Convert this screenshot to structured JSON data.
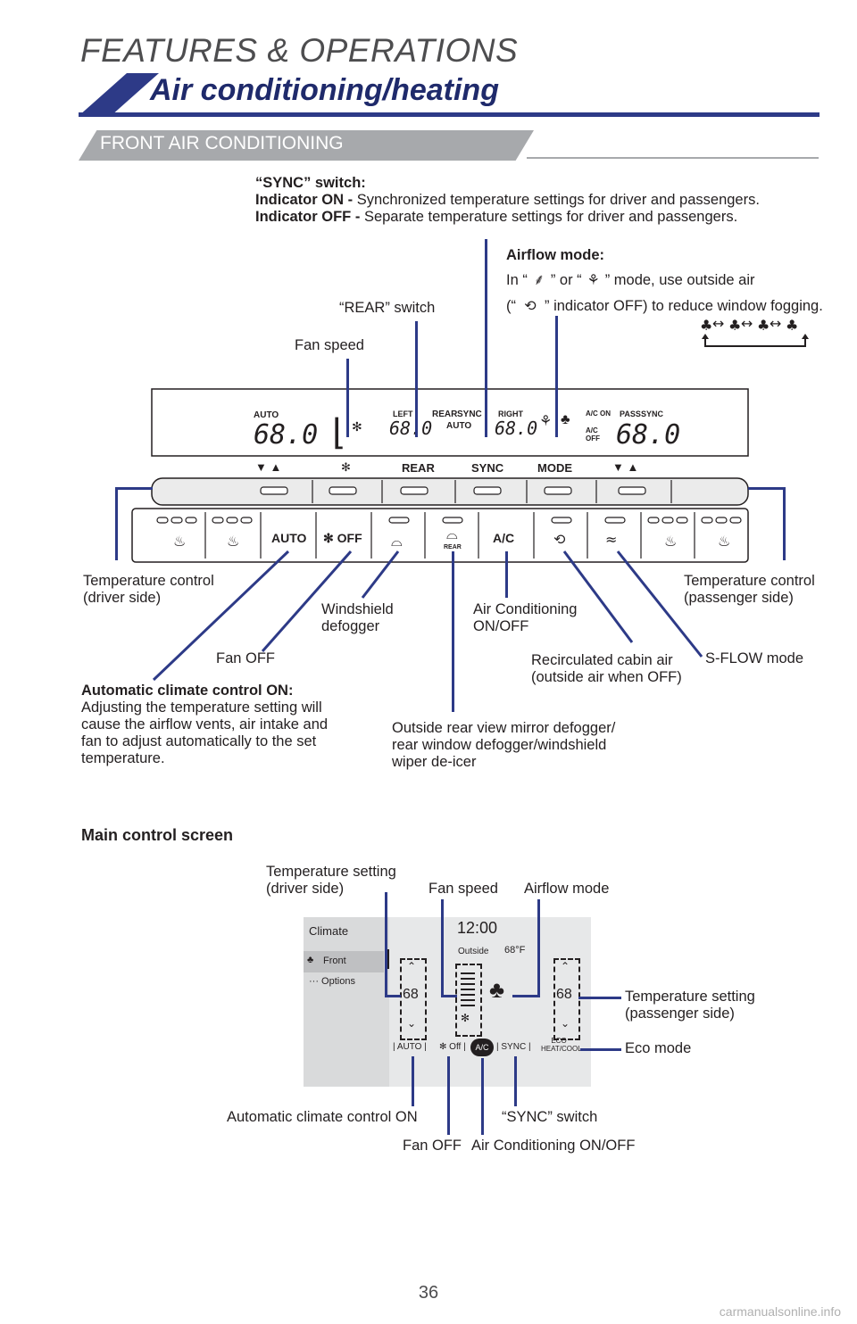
{
  "header": {
    "section": "FEATURES & OPERATIONS",
    "title": "Air conditioning/heating",
    "subsection": "FRONT AIR CONDITIONING"
  },
  "sync_note": {
    "heading": "“SYNC” switch:",
    "on_key": "Indicator ON -",
    "on_text": "Synchronized temperature settings for driver and passengers.",
    "off_key": "Indicator OFF -",
    "off_text": "Separate temperature settings for driver and passengers."
  },
  "airflow_note": {
    "heading": "Airflow mode:",
    "line1_a": "In “",
    "line1_b": "” or “",
    "line1_c": "” mode, use outside air",
    "line2_a": "(“",
    "line2_b": "” indicator OFF) to reduce window fogging."
  },
  "panel": {
    "display": {
      "driver_mode": "AUTO",
      "driver_temp": "68.0",
      "left_label": "LEFT",
      "left_temp": "68.0",
      "rear_label": "REAR",
      "sync_label": "SYNC",
      "auto_label": "AUTO",
      "right_label": "RIGHT",
      "right_temp": "68.0",
      "ac_on_label": "A/C ON",
      "ac_off_label": "A/C OFF",
      "pass_label": "PASS",
      "pass_sync_label": "SYNC",
      "pass_temp": "68.0"
    },
    "bar_labels": {
      "rear": "REAR",
      "sync": "SYNC",
      "mode": "MODE"
    },
    "buttons": {
      "auto": "AUTO",
      "off": "OFF",
      "rear_small": "REAR",
      "ac": "A/C"
    }
  },
  "callouts": {
    "rear_switch": "“REAR” switch",
    "fan_speed": "Fan speed",
    "temp_driver": [
      "Temperature control",
      "(driver side)"
    ],
    "temp_passenger": [
      "Temperature control",
      "(passenger side)"
    ],
    "windshield": [
      "Windshield",
      "defogger"
    ],
    "ac_onoff": [
      "Air Conditioning",
      "ON/OFF"
    ],
    "fan_off": "Fan OFF",
    "recirc": [
      "Recirculated cabin air",
      "(outside air when OFF)"
    ],
    "sflow": "S-FLOW mode",
    "auto_heading": "Automatic climate control ON:",
    "auto_body": [
      "Adjusting the temperature setting will",
      "cause the airflow vents, air intake and",
      "fan to adjust automatically to the set",
      "temperature."
    ],
    "rear_defogger": [
      "Outside rear view mirror defogger/",
      "rear window defogger/windshield",
      "wiper de-icer"
    ]
  },
  "main_screen": {
    "heading": "Main control screen",
    "screen": {
      "title": "Climate",
      "menu_front": "Front",
      "menu_options": "Options",
      "clock": "12:00",
      "outside_label": "Outside",
      "outside_temp": "68°F",
      "driver_temp": "68",
      "passenger_temp": "68",
      "btn_auto": "AUTO",
      "btn_off": "Off",
      "btn_ac": "A/C",
      "btn_sync": "SYNC",
      "btn_eco_1": "ECO",
      "btn_eco_2": "HEAT/COOL"
    },
    "callouts": {
      "temp_driver": [
        "Temperature setting",
        "(driver side)"
      ],
      "fan_speed": "Fan speed",
      "airflow_mode": "Airflow mode",
      "temp_passenger": [
        "Temperature setting",
        "(passenger side)"
      ],
      "eco_mode": "Eco mode",
      "auto_on": "Automatic climate control ON",
      "sync_switch": "“SYNC” switch",
      "fan_off": "Fan OFF",
      "ac_onoff": "Air Conditioning ON/OFF"
    }
  },
  "footer": {
    "page_number": "36",
    "watermark": "carmanualsonline.info"
  },
  "colors": {
    "accent": "#2d3a87",
    "gray_banner": "#a7a9ac",
    "panel_dark": "#231f20"
  }
}
